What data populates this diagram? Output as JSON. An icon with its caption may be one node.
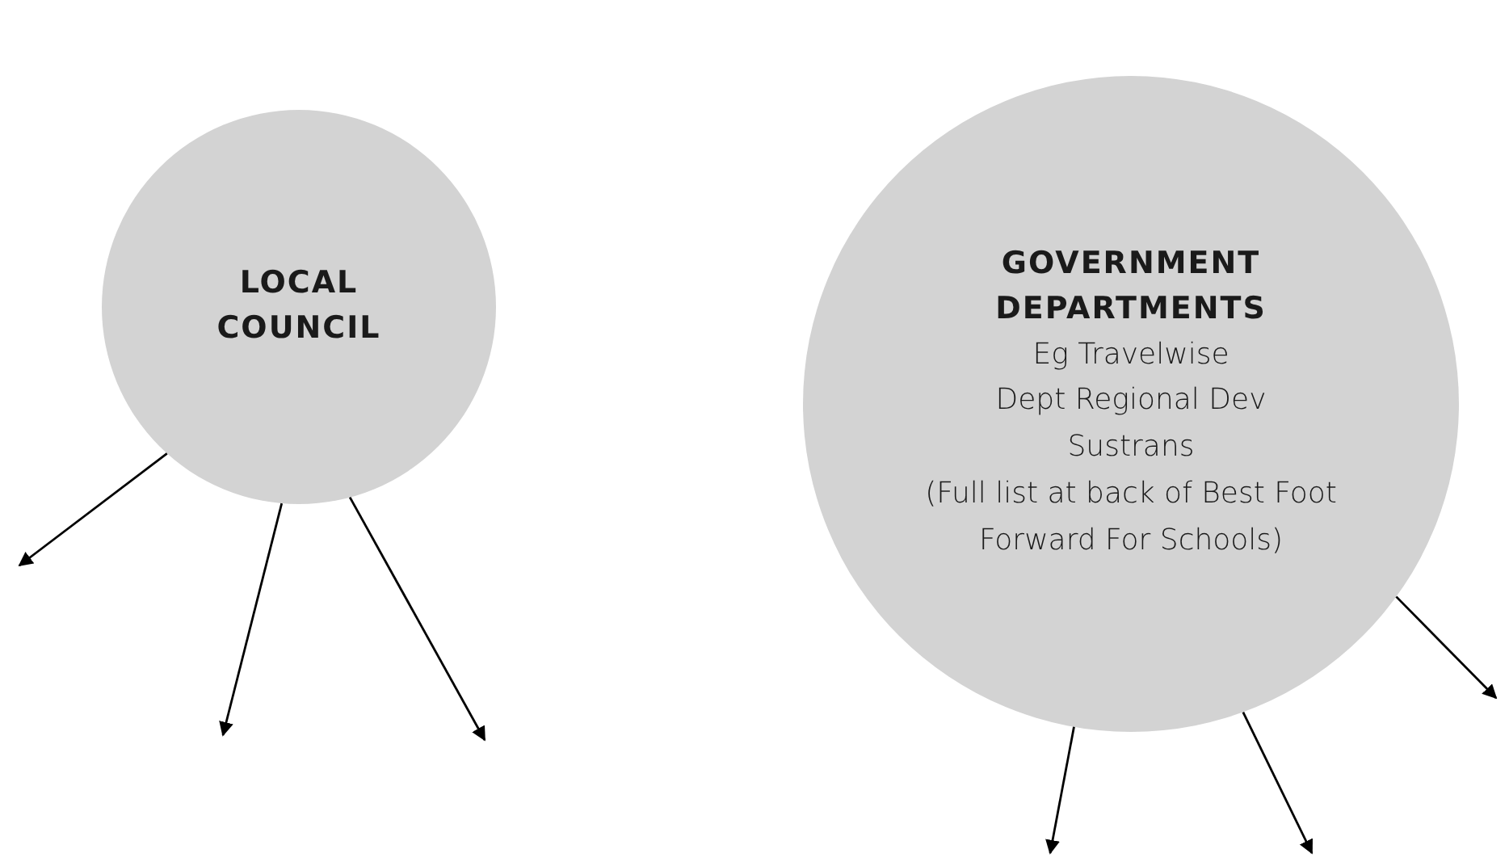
{
  "diagram": {
    "nodes": [
      {
        "text": [
          "LOCAL COUNCIL"
        ]
      },
      {
        "text": [
          "GOVERNMENT DEPARTMENTS",
          "Eg Travelwise",
          "Dept Regional Dev",
          "Sustrans",
          "(Full list at back of Best Foot Forward For Schools)"
        ]
      }
    ],
    "edges": [
      {
        "from": 0,
        "to": null,
        "arrow": "to"
      },
      {
        "from": 0,
        "to": null,
        "arrow": "to"
      },
      {
        "from": 0,
        "to": null,
        "arrow": "to"
      },
      {
        "from": 1,
        "to": null,
        "arrow": "to"
      },
      {
        "from": 1,
        "to": null,
        "arrow": "to"
      },
      {
        "from": 1,
        "to": null,
        "arrow": "to"
      }
    ]
  }
}
